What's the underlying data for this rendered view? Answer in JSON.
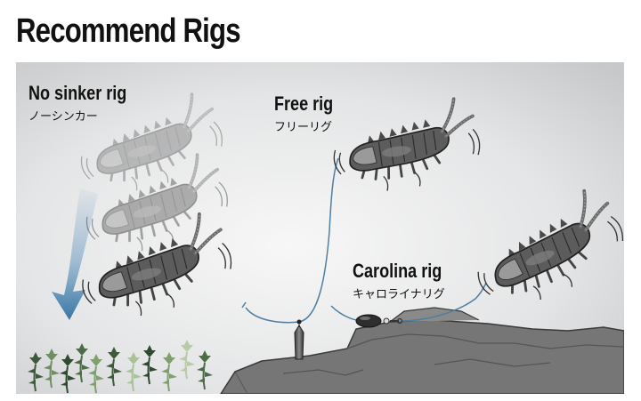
{
  "title": "Recommend Rigs",
  "rigs": [
    {
      "name": "No sinker rig",
      "subtitle": "ノーシンカー"
    },
    {
      "name": "Free rig",
      "subtitle": "フリーリグ"
    },
    {
      "name": "Carolina rig",
      "subtitle": "キャロライナリグ"
    }
  ],
  "colors": {
    "background_top": "#cfd0d1",
    "background_bottom": "#f4f4f4",
    "line": "#4f7fa0",
    "arrow": "#4a86b5",
    "rock": "#707070",
    "weed": "#3e5a3c",
    "bait": "#555555"
  }
}
